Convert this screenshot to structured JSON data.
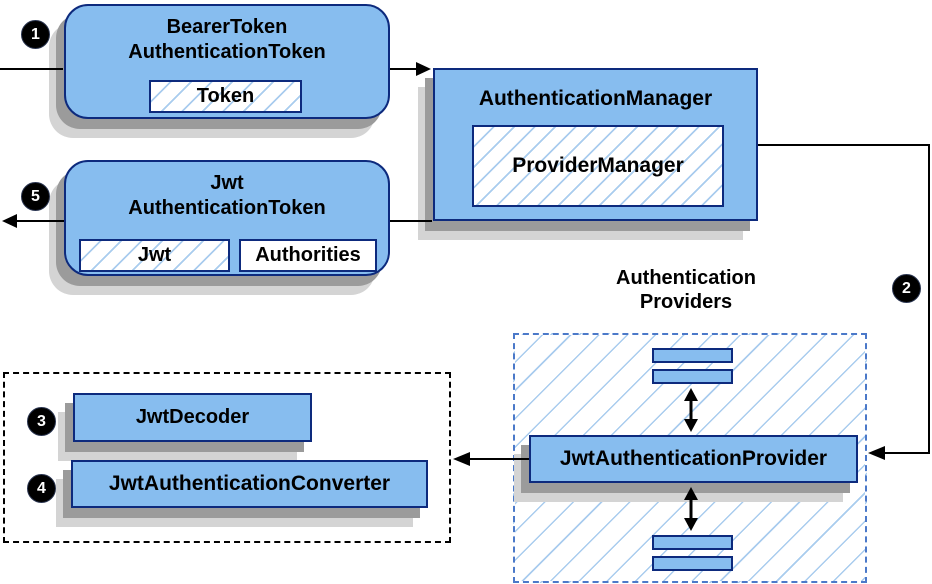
{
  "steps": {
    "one": "1",
    "two": "2",
    "three": "3",
    "four": "4",
    "five": "5"
  },
  "bearer": {
    "title1": "BearerToken",
    "title2": "AuthenticationToken",
    "chip": "Token"
  },
  "manager": {
    "title": "AuthenticationManager",
    "chip": "ProviderManager"
  },
  "jwt": {
    "title1": "Jwt",
    "title2": "AuthenticationToken",
    "chip_jwt": "Jwt",
    "chip_authorities": "Authorities"
  },
  "providers": {
    "label1": "Authentication",
    "label2": "Providers",
    "box": "JwtAuthenticationProvider"
  },
  "converters": {
    "decoder": "JwtDecoder",
    "converter": "JwtAuthenticationConverter"
  },
  "colors": {
    "box_fill": "#87BDEF",
    "box_border": "#0D2A7D",
    "hatch_line": "#A9CCEE",
    "dashed_blue_border": "#4B79C9",
    "dashed_black_border": "#000000",
    "shadow_dark": "#9B9B9B",
    "shadow_light": "#D4D4D4",
    "arrow": "#000000",
    "badge_bg": "#000000",
    "badge_text": "#FFFFFF"
  }
}
